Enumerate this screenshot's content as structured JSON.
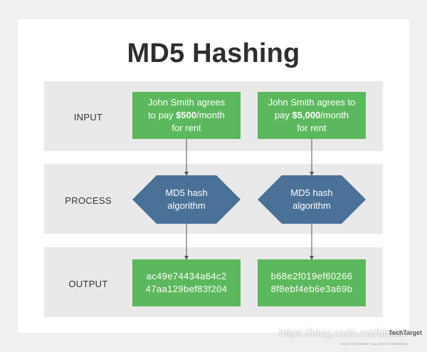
{
  "title": "MD5 Hashing",
  "rows": {
    "input_label": "INPUT",
    "process_label": "PROCESS",
    "output_label": "OUTPUT"
  },
  "left": {
    "input_line1": "John Smith agrees",
    "input_line2_pre": "to pay ",
    "input_line2_bold": "$500",
    "input_line2_post": "/month",
    "input_line3": "for rent",
    "process_line1": "MD5 hash",
    "process_line2": "algorithm",
    "output_line1": "ac49e74434a64c2",
    "output_line2": "47aa129bef83f204"
  },
  "right": {
    "input_line1": "John Smith agrees to",
    "input_line2_pre": "pay ",
    "input_line2_bold": "$5,000",
    "input_line2_post": "/month",
    "input_line3": "for rent",
    "process_line1": "MD5 hash",
    "process_line2": "algorithm",
    "output_line1": "b68e2f019ef60266",
    "output_line2": "8f8ebf4eb6e3a69b"
  },
  "footer": {
    "brand": "TechTarget",
    "copyright": "©2019 TECHTARGET. ALL RIGHTS RESERVED",
    "watermark": "https://blog.csdn.net/bludtu"
  },
  "colors": {
    "green_box": "#5cb85c",
    "hexagon": "#4a7197",
    "band": "#e9e9e9",
    "title": "#2e2e2e"
  },
  "icons": [
    "arrow-down-icon",
    "hexagon-shape"
  ]
}
